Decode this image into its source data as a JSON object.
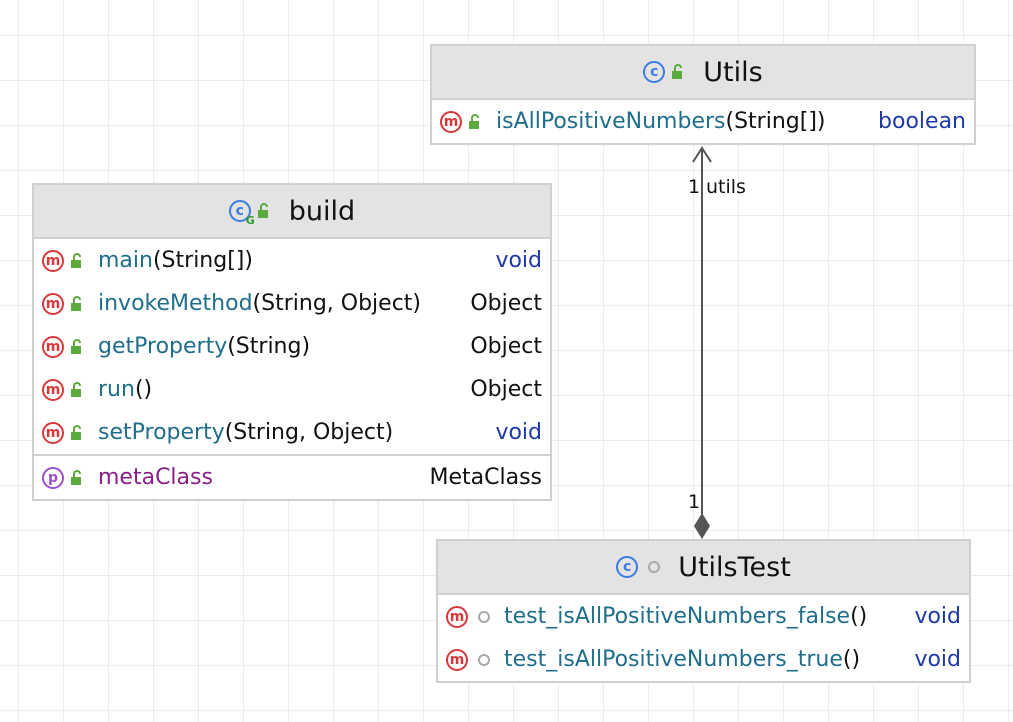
{
  "edge": {
    "source_multiplicity": "1",
    "role": "utils",
    "target_multiplicity": "1"
  },
  "utils": {
    "name": "Utils",
    "icon": "class-icon",
    "methods": [
      {
        "name": "isAllPositiveNumbers",
        "params": "(String[])",
        "type": "boolean"
      }
    ]
  },
  "build": {
    "name": "build",
    "icon": "groovy-class-icon",
    "methods": [
      {
        "name": "main",
        "params": "(String[])",
        "type": "void"
      },
      {
        "name": "invokeMethod",
        "params": "(String, Object)",
        "type": "Object"
      },
      {
        "name": "getProperty",
        "params": "(String)",
        "type": "Object"
      },
      {
        "name": "run",
        "params": "()",
        "type": "Object"
      },
      {
        "name": "setProperty",
        "params": "(String, Object)",
        "type": "void"
      }
    ],
    "properties": [
      {
        "name": "metaClass",
        "type": "MetaClass"
      }
    ]
  },
  "utilstest": {
    "name": "UtilsTest",
    "icon": "class-icon",
    "methods": [
      {
        "name": "test_isAllPositiveNumbers_false",
        "params": "()",
        "type": "void"
      },
      {
        "name": "test_isAllPositiveNumbers_true",
        "params": "()",
        "type": "void"
      }
    ]
  },
  "colors": {
    "method_name": "#1f6e8c",
    "property_name": "#8a1f8a",
    "keyword": "#1f3aa8",
    "method_icon": "#d9383a",
    "class_icon": "#3d7ce0",
    "property_icon": "#9b4fc8",
    "header_bg": "#e3e3e3"
  }
}
